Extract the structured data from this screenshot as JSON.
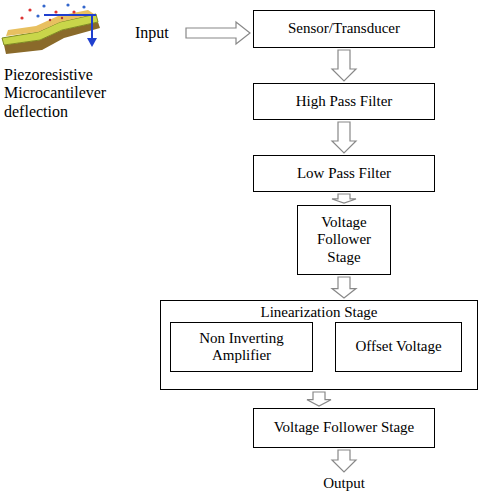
{
  "diagram": {
    "nodes": [
      {
        "text": [
          "Sensor/Transducer"
        ]
      },
      {
        "text": [
          "High Pass Filter"
        ]
      },
      {
        "text": [
          "Low Pass Filter"
        ]
      },
      {
        "text": [
          "Voltage Follower Stage"
        ]
      },
      {
        "text": [
          "Linearization Stage"
        ]
      },
      {
        "text": [
          "Non Inverting Amplifier"
        ],
        "in": 4
      },
      {
        "text": [
          "Offset Voltage"
        ],
        "in": 4
      },
      {
        "text": [
          "Voltage Follower Stage"
        ]
      }
    ],
    "edges": [
      {
        "from": 0,
        "to": 1,
        "arrow": "to"
      },
      {
        "from": 1,
        "to": 2,
        "arrow": "to"
      },
      {
        "from": 2,
        "to": 3,
        "arrow": "to"
      },
      {
        "from": 3,
        "to": 4,
        "arrow": "to"
      },
      {
        "from": 4,
        "to": 7,
        "arrow": "to"
      }
    ],
    "labels": [
      "Input",
      "Piezoresistive Microcantilever deflection",
      "Output"
    ]
  }
}
